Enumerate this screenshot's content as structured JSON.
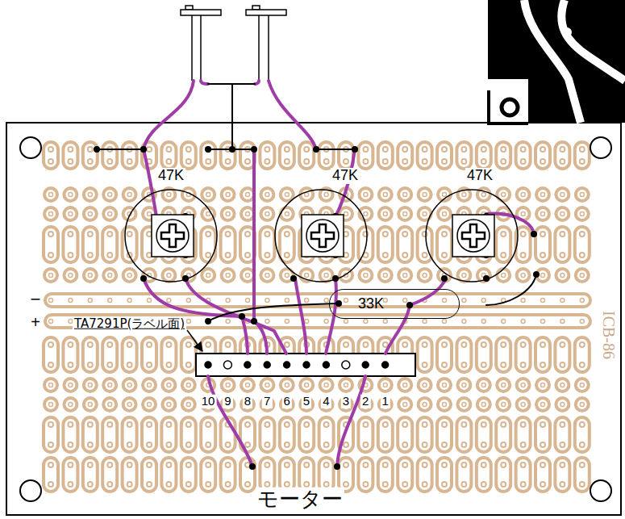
{
  "diagram": {
    "nodes": [
      {
        "text": [
          "47K"
        ]
      },
      {
        "text": [
          "47K"
        ]
      },
      {
        "text": [
          "47K"
        ]
      },
      {
        "text": [
          "33K"
        ]
      }
    ],
    "labels": [
      "−",
      "+",
      "TA7291P(ラベル面)",
      "10",
      "9",
      "8",
      "7",
      "6",
      "5",
      "4",
      "3",
      "2",
      "1",
      "モーター",
      "ICB-86"
    ]
  }
}
